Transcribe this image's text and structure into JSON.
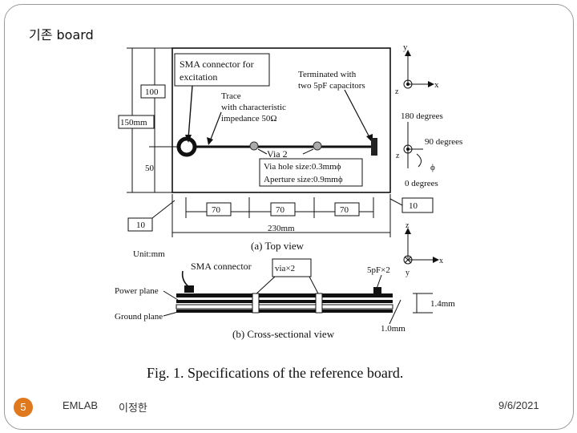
{
  "slide": {
    "title": "기존 board",
    "page_number": "5",
    "lab": "EMLAB",
    "author": "이정한",
    "date": "9/6/2021"
  },
  "figure": {
    "caption": "Fig. 1.   Specifications of the reference board.",
    "top_view": {
      "sma_label_1": "SMA connector for",
      "sma_label_2": "excitation",
      "terminated_label_1": "Terminated      with",
      "terminated_label_2": "two 5pF capacitors",
      "trace_label_1": "Trace",
      "trace_label_2": "with characteristic",
      "trace_label_3": "impedance 50Ω",
      "via_label": "Via  2",
      "via_hole": "Via hole size:0.3mmϕ",
      "aperture": "Aperture size:0.9mmϕ",
      "dim_100": "100",
      "dim_150": "150mm",
      "dim_50": "50",
      "dim_70a": "70",
      "dim_70b": "70",
      "dim_70c": "70",
      "dim_10_left": "10",
      "dim_10_right": "10",
      "dim_230": "230mm",
      "subcaption": "(a) Top view",
      "unit": "Unit:mm"
    },
    "axes": {
      "y": "y",
      "x": "x",
      "z": "z",
      "z2": "z",
      "deg180": "180 degrees",
      "deg90": "90 degrees",
      "deg0": "0 degrees",
      "phi": "ϕ",
      "z3": "z",
      "x3": "x",
      "y3": "y"
    },
    "cross_section": {
      "sma": "SMA connector",
      "via": "via×2",
      "cap": "5pF×2",
      "power": "Power plane",
      "ground": "Ground plane",
      "t14": "1.4mm",
      "t10": "1.0mm",
      "subcaption": "(b) Cross-sectional view"
    }
  }
}
